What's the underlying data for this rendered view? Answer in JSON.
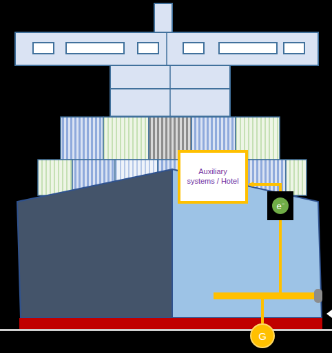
{
  "diagram": {
    "nodes": [
      {
        "text": [
          "Auxiliary systems / Hotel"
        ]
      },
      {
        "text": [
          "G"
        ]
      }
    ],
    "edges": [
      {
        "from": 1,
        "to": 0,
        "arrow": "to",
        "label": "e⁻"
      }
    ]
  }
}
